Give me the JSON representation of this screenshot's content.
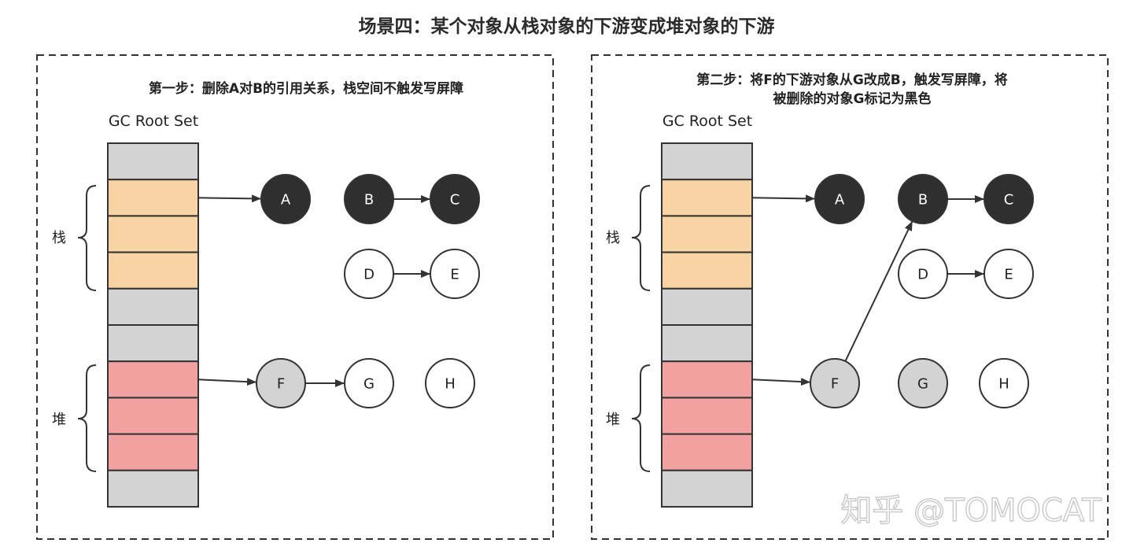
{
  "title": "场景四：某个对象从栈对象的下游变成堆对象的下游",
  "watermark": "知乎 @TOMOCAT",
  "colors": {
    "gray_slot": "#d3d3d3",
    "stack_slot": "#f8d3a3",
    "heap_slot": "#f2a1a1",
    "black_node": "#2f2f2f",
    "gray_node": "#d3d3d3",
    "white_node": "#ffffff",
    "stroke": "#333333"
  },
  "panels": [
    {
      "step_lines": [
        "第一步：删除A对B的引用关系，栈空间不触发写屏障"
      ],
      "root_set_label": "GC Root Set",
      "stack_label": "栈",
      "heap_label": "堆",
      "slots": [
        "gray",
        "stack",
        "stack",
        "stack",
        "gray",
        "gray",
        "heap",
        "heap",
        "heap",
        "gray"
      ],
      "nodes": [
        {
          "id": "A",
          "label": "A",
          "color": "black"
        },
        {
          "id": "B",
          "label": "B",
          "color": "black"
        },
        {
          "id": "C",
          "label": "C",
          "color": "black"
        },
        {
          "id": "D",
          "label": "D",
          "color": "white"
        },
        {
          "id": "E",
          "label": "E",
          "color": "white"
        },
        {
          "id": "F",
          "label": "F",
          "color": "gray"
        },
        {
          "id": "G",
          "label": "G",
          "color": "white"
        },
        {
          "id": "H",
          "label": "H",
          "color": "white"
        }
      ],
      "edges": [
        {
          "from": "slot1",
          "to": "A"
        },
        {
          "from": "B",
          "to": "C"
        },
        {
          "from": "D",
          "to": "E"
        },
        {
          "from": "slot6",
          "to": "F"
        },
        {
          "from": "F",
          "to": "G"
        }
      ]
    },
    {
      "step_lines": [
        "第二步：将F的下游对象从G改成B，触发写屏障，将",
        "被删除的对象G标记为黑色"
      ],
      "root_set_label": "GC Root Set",
      "stack_label": "栈",
      "heap_label": "堆",
      "slots": [
        "gray",
        "stack",
        "stack",
        "stack",
        "gray",
        "gray",
        "heap",
        "heap",
        "heap",
        "gray"
      ],
      "nodes": [
        {
          "id": "A",
          "label": "A",
          "color": "black"
        },
        {
          "id": "B",
          "label": "B",
          "color": "black"
        },
        {
          "id": "C",
          "label": "C",
          "color": "black"
        },
        {
          "id": "D",
          "label": "D",
          "color": "white"
        },
        {
          "id": "E",
          "label": "E",
          "color": "white"
        },
        {
          "id": "F",
          "label": "F",
          "color": "gray"
        },
        {
          "id": "G",
          "label": "G",
          "color": "gray"
        },
        {
          "id": "H",
          "label": "H",
          "color": "white"
        }
      ],
      "edges": [
        {
          "from": "slot1",
          "to": "A"
        },
        {
          "from": "B",
          "to": "C"
        },
        {
          "from": "D",
          "to": "E"
        },
        {
          "from": "slot6",
          "to": "F"
        },
        {
          "from": "F",
          "to": "B"
        }
      ]
    }
  ]
}
